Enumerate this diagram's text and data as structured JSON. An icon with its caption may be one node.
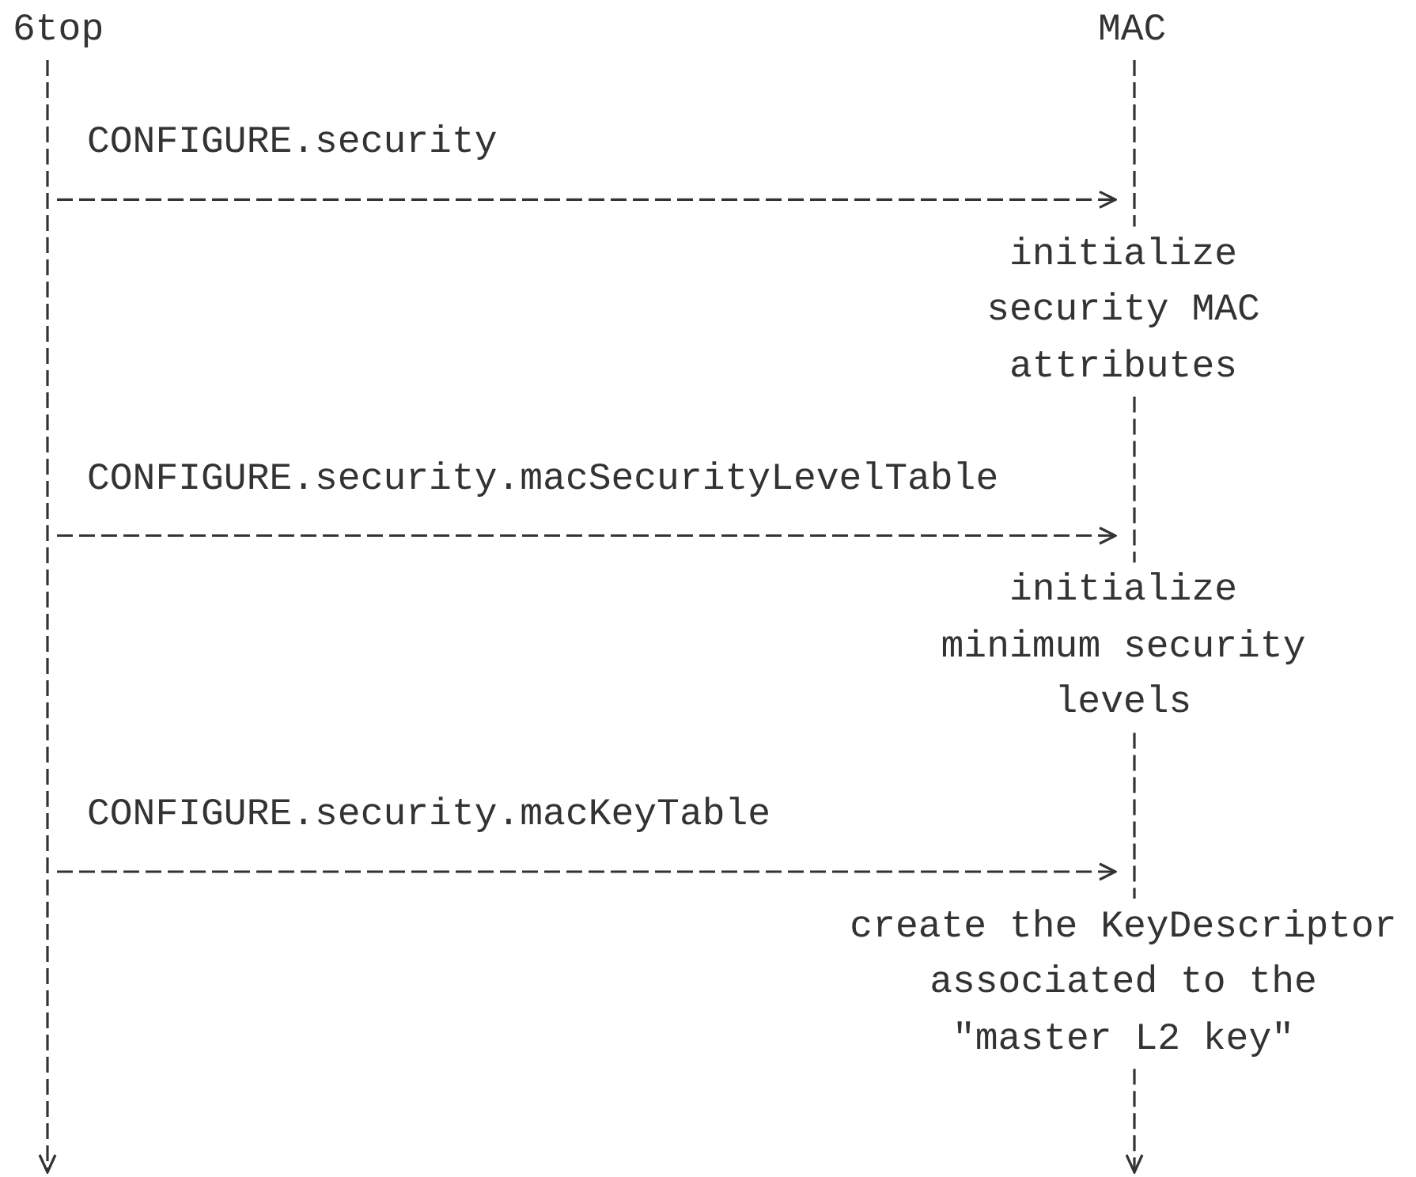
{
  "diagram": {
    "nodes": [
      {
        "text": [
          "6top"
        ]
      },
      {
        "text": [
          "MAC"
        ]
      },
      {
        "text": [],
        "shape": "line"
      },
      {
        "text": [],
        "shape": "line"
      }
    ],
    "edges": [
      {
        "from": 2,
        "to": 3,
        "arrow": "to",
        "label": "CONFIGURE.security",
        "style": "dashed"
      },
      {
        "from": 2,
        "to": 3,
        "arrow": "to",
        "label": "CONFIGURE.security.macSecurityLevelTable",
        "style": "dashed"
      },
      {
        "from": 2,
        "to": 3,
        "arrow": "to",
        "label": "CONFIGURE.security.macKeyTable",
        "style": "dashed"
      }
    ],
    "labels": [
      "initialize security MAC attributes",
      "initialize minimum security levels",
      "create the KeyDescriptor associated to the \"master L2 key\""
    ]
  }
}
